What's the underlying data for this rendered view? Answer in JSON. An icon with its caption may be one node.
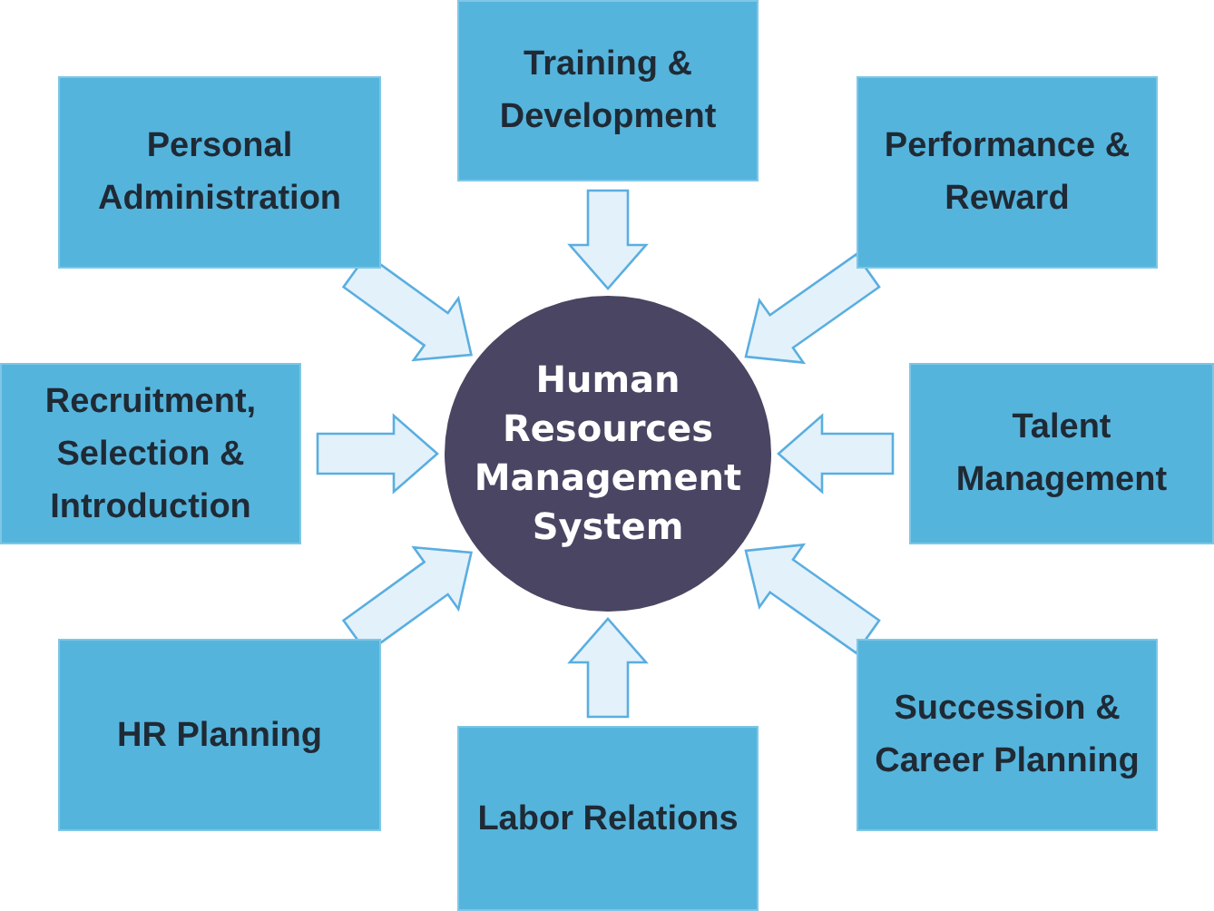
{
  "diagram": {
    "nodes": [
      {
        "text": [
          "Training & Development"
        ]
      },
      {
        "text": [
          "Personal Administration"
        ]
      },
      {
        "text": [
          "Performance & Reward"
        ]
      },
      {
        "text": [
          "Recruitment, Selection & Introduction"
        ]
      },
      {
        "text": [
          "Human Resources Management System"
        ]
      },
      {
        "text": [
          "Talent Management"
        ]
      },
      {
        "text": [
          "HR Planning"
        ]
      },
      {
        "text": [
          "Succession & Career Planning"
        ]
      },
      {
        "text": [
          "Labor Relations"
        ]
      }
    ],
    "edges": [
      {
        "from": 0,
        "to": 4,
        "arrow": "to"
      },
      {
        "from": 1,
        "to": 4,
        "arrow": "to"
      },
      {
        "from": 2,
        "to": 4,
        "arrow": "to"
      },
      {
        "from": 3,
        "to": 4,
        "arrow": "to"
      },
      {
        "from": 5,
        "to": 4,
        "arrow": "to"
      },
      {
        "from": 6,
        "to": 4,
        "arrow": "to"
      },
      {
        "from": 7,
        "to": 4,
        "arrow": "to"
      },
      {
        "from": 8,
        "to": 4,
        "arrow": "to"
      }
    ]
  }
}
